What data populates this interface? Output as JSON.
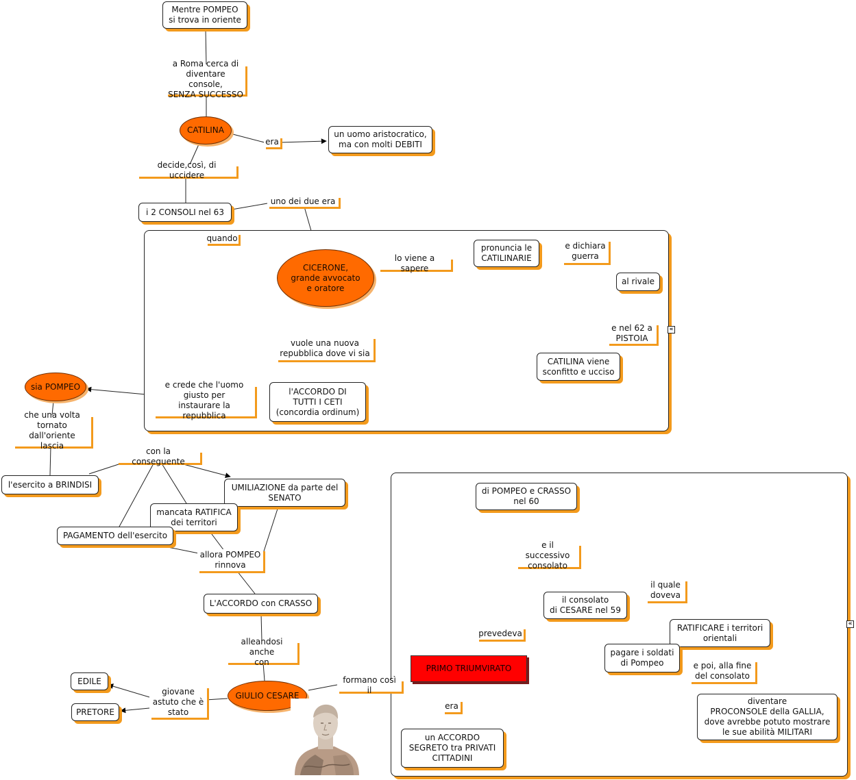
{
  "nodes": {
    "mentre": "Mentre POMPEO\nsi trova in oriente",
    "roma": "a Roma cerca di\ndiventare console,\nSENZA SUCCESSO",
    "catilina": "CATILINA",
    "era1": "era",
    "uomo": "un uomo aristocratico,\nma con molti DEBITI",
    "decide": "decide,così, di uccidere",
    "consoli": "i 2 CONSOLI nel 63",
    "unodue": "uno dei due era",
    "quando": "quando",
    "cicerone": "CICERONE,\ngrande avvocato\ne oratore",
    "viene": "lo viene a sapere",
    "pronuncia": "pronuncia le\nCATILINARIE",
    "dichiara": "e dichiara\nguerra",
    "rivale": "al rivale",
    "nel62": "e nel 62 a\nPISTOIA",
    "sconfitto": "CATILINA viene\nsconfitto e ucciso",
    "vuole": "vuole una nuova\nrepubblica dove vi sia",
    "accordo_ceti": "l'ACCORDO DI\nTUTTI I CETI\n(concordia ordinum)",
    "crede": "e crede che l'uomo\ngiusto per\ninstaurare la repubblica",
    "siapompeo": "sia POMPEO",
    "tornato": "che una volta\ntornato dall'oriente\nlascia",
    "brindisi": "l'esercito a BRINDISI",
    "conseguente": "con la conseguente",
    "umiliazione": "UMILIAZIONE da parte del\nSENATO",
    "ratifica": "mancata RATIFICA\ndei territori",
    "pagamento": "PAGAMENTO dell'esercito",
    "allora": "allora POMPEO\nrinnova",
    "crasso": "L'ACCORDO con CRASSO",
    "alleandosi": "alleandosi anche\ncon",
    "cesare": "GIULIO CESARE",
    "giovane": "giovane\nastuto che è\nstato",
    "edile": "EDILE",
    "pretore": "PRETORE",
    "formano": "formano così il",
    "triumvirato": "PRIMO TRIUMVIRATO",
    "era2": "era",
    "segreto": "un ACCORDO\nSEGRETO tra PRIVATI\nCITTADINI",
    "prevedeva": "prevedeva",
    "consolato59": "il consolato\ndi CESARE nel 59",
    "successivo": "e il successivo\nconsolato",
    "pompeo60": "di POMPEO e CRASSO\nnel 60",
    "ilquale": "il quale\ndoveva",
    "ratificare": "RATIFICARE i territori\norientali",
    "pagare": "pagare i soldati\ndi Pompeo",
    "epoi": "e poi, alla fine\ndel consolato",
    "proconsole": "diventare\nPROCONSOLE della GALLIA,\ndove avrebbe potuto mostrare\nle sue abilità MILITARI"
  },
  "ui": {
    "collapse_icon": "«"
  },
  "colors": {
    "oval_fill": "#ff6a00",
    "shadow_orange": "#f39a1c",
    "triumvirato_fill": "#ff0000"
  }
}
